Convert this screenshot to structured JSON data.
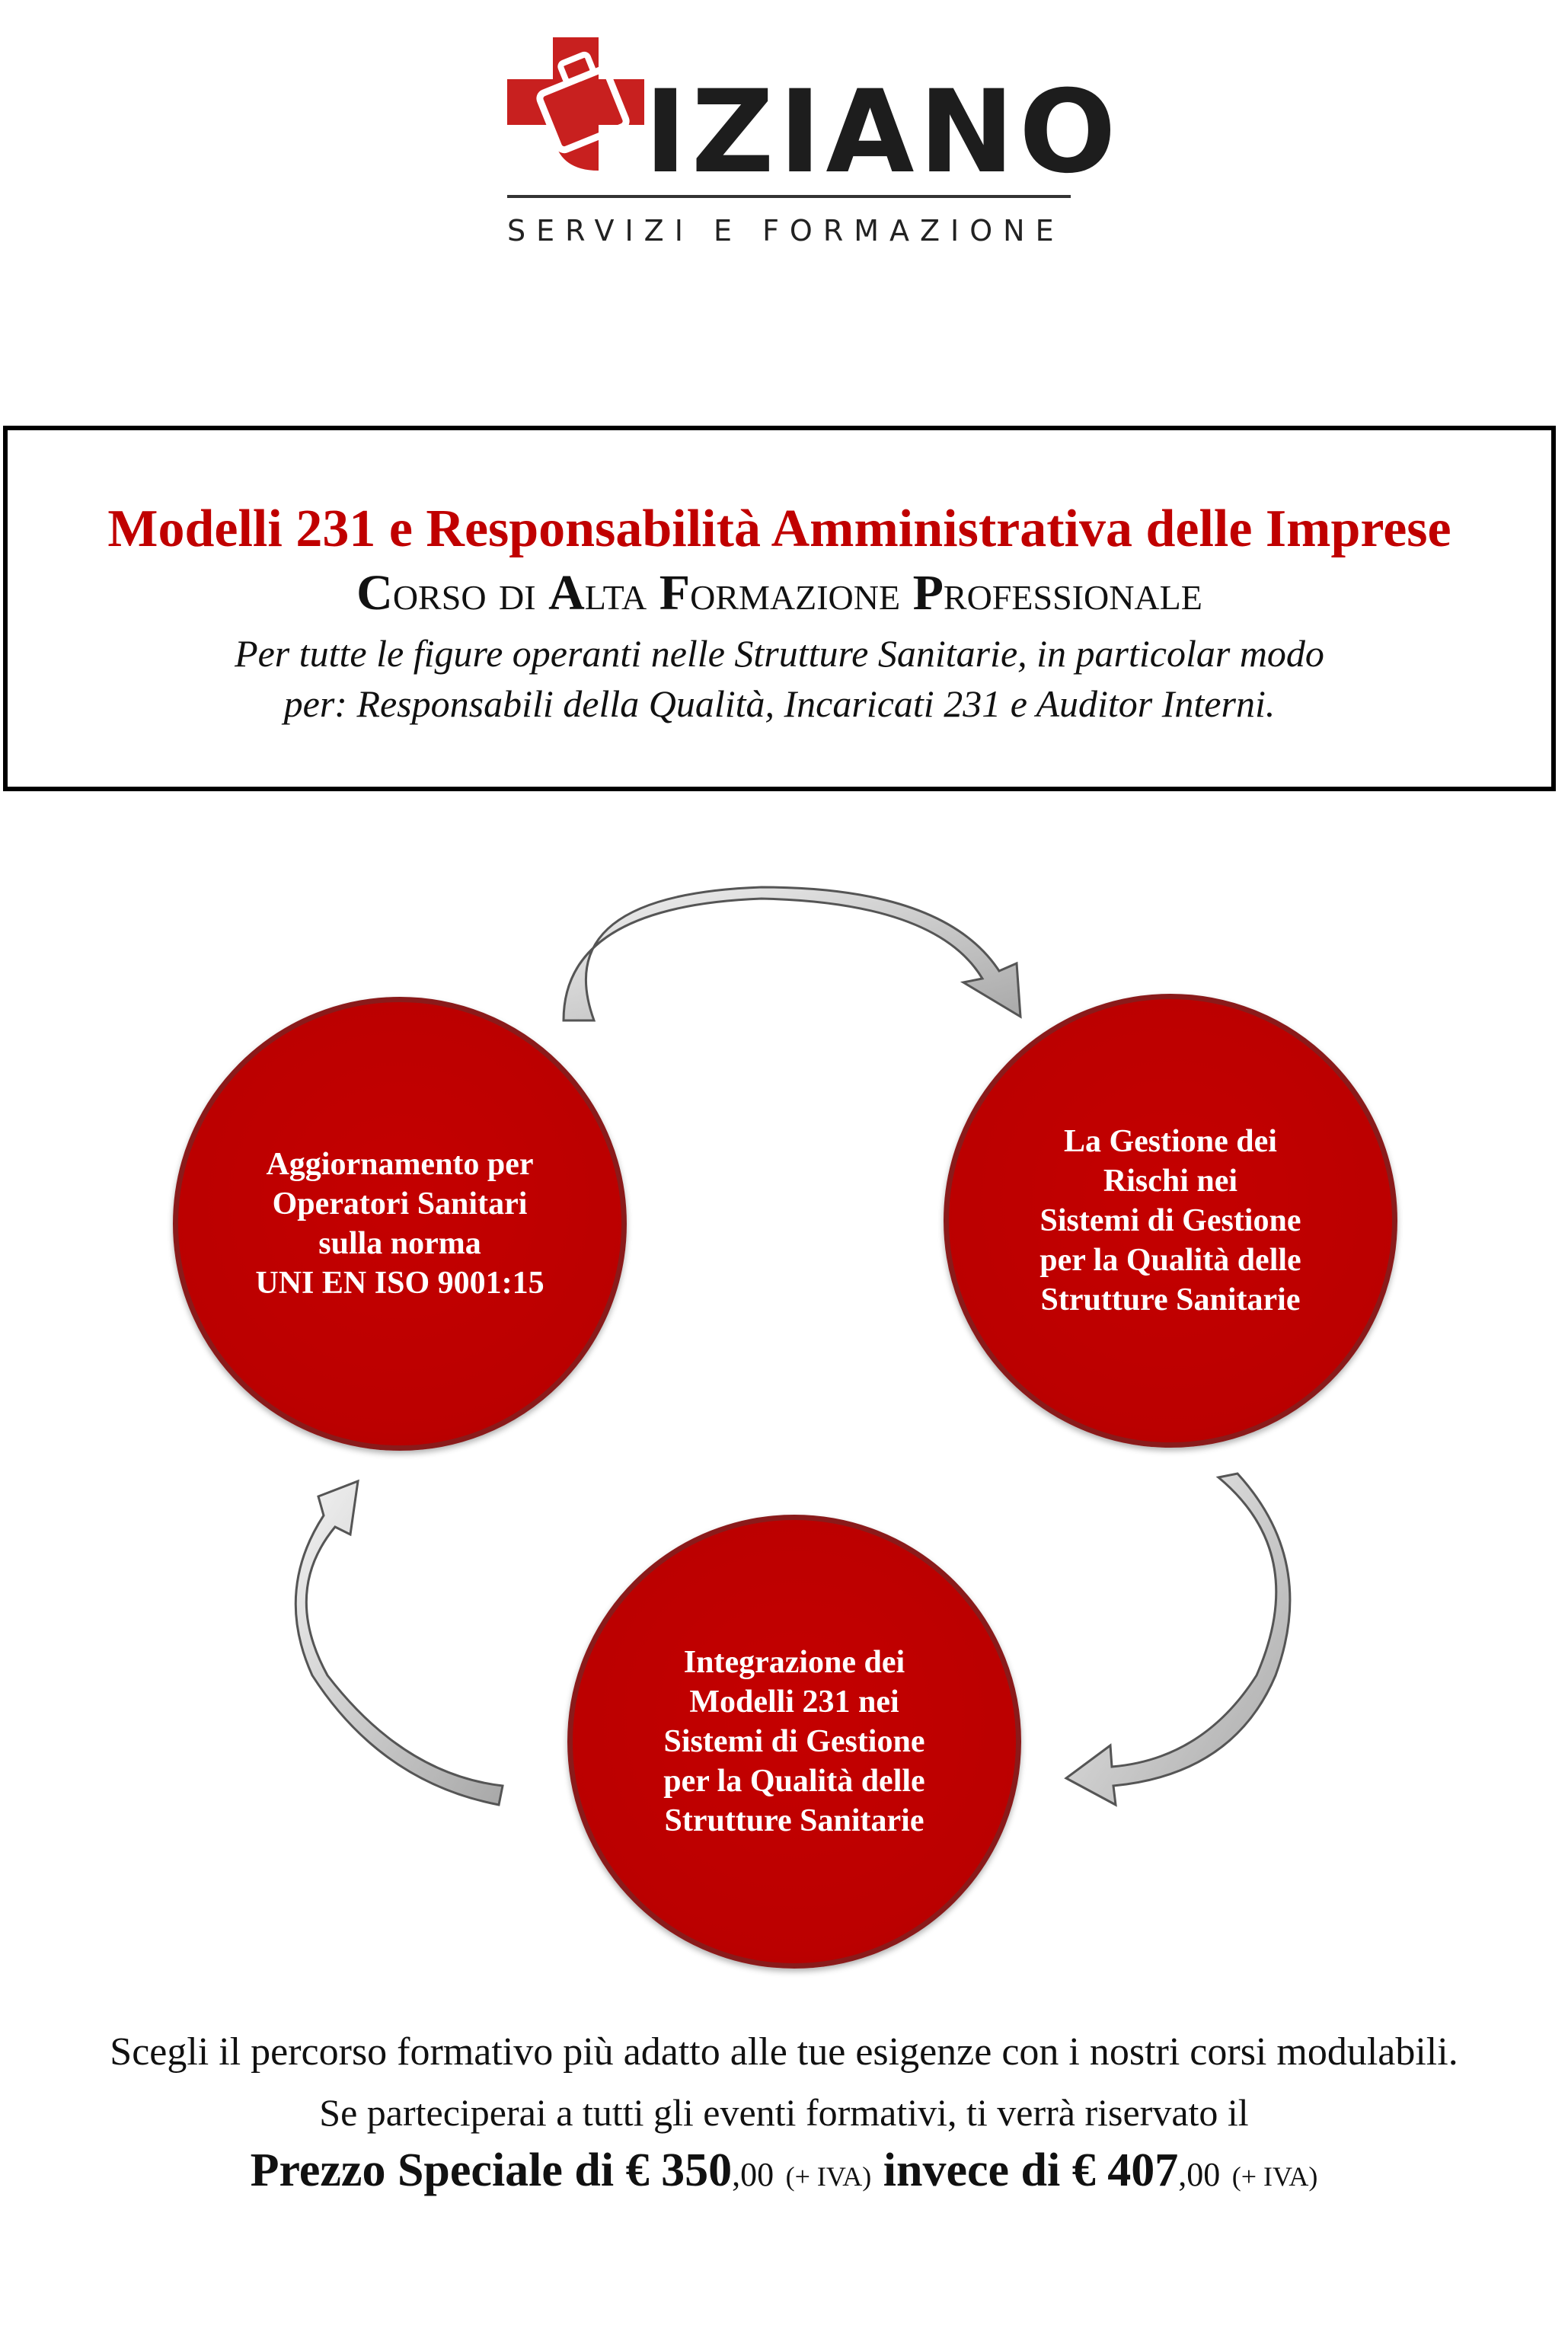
{
  "logo": {
    "wordmark": "IZIANO",
    "tagline": "SERVIZI E FORMAZIONE",
    "brand_color": "#c8201f"
  },
  "header_box": {
    "title": "Modelli 231 e Responsabilità Amministrativa delle Imprese",
    "subtitle": [
      "C",
      "orso di ",
      "A",
      "lta ",
      "F",
      "ormazione ",
      "P",
      "rofessionale"
    ],
    "description_line1": "Per tutte le figure operanti nelle Strutture Sanitarie, in particolar modo",
    "description_line2": "per: Responsabili della Qualità, Incaricati 231 e Auditor Interni."
  },
  "cycle": {
    "circles": [
      {
        "text": "Aggiornamento per\nOperatori Sanitari\nsulla norma\nUNI EN ISO 9001:15"
      },
      {
        "text": "La Gestione dei\nRischi nei\nSistemi di Gestione\nper la Qualità delle\nStrutture Sanitarie"
      },
      {
        "text": "Integrazione dei\nModelli 231 nei\nSistemi di Gestione\nper la Qualità delle\nStrutture Sanitarie"
      }
    ],
    "circle_color": "#bf0000"
  },
  "footer": {
    "line1": "Scegli il percorso formativo più adatto alle tue esigenze con i nostri corsi modulabili.",
    "line2": "Se parteciperai a tutti gli eventi formativi, ti verrà riservato il",
    "price_prefix": "Prezzo Speciale di € 350",
    "price_cents": ",00",
    "vat1": "(+ IVA)",
    "price_middle": " invece di € 407",
    "price_cents2": ",00",
    "vat2": "(+ IVA)"
  }
}
